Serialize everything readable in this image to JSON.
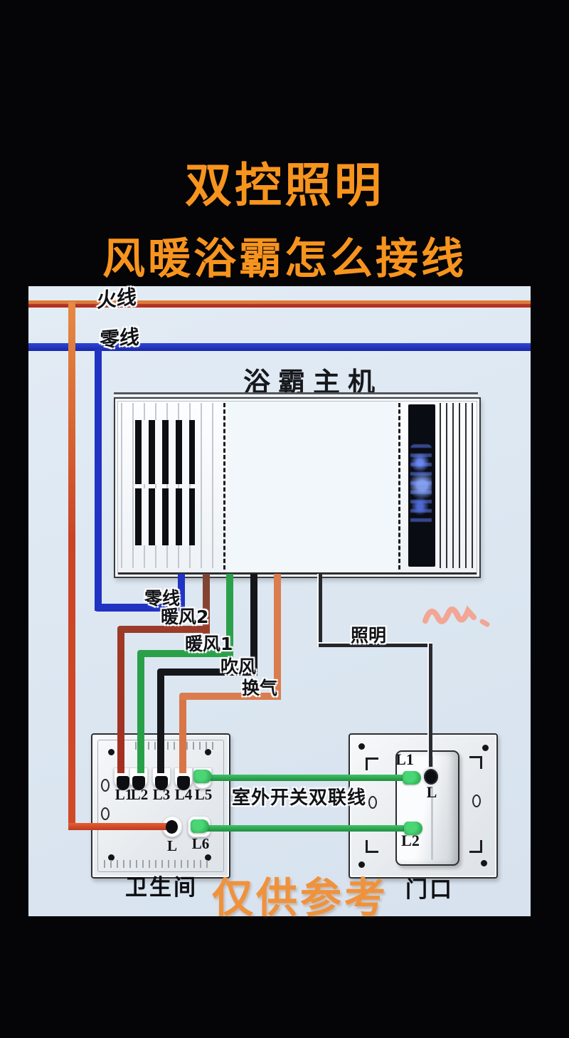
{
  "title": {
    "line1": "双控照明",
    "line2": "风暖浴霸怎么接线"
  },
  "buses": {
    "live_label": "火线",
    "neutral_label": "零线"
  },
  "unit": {
    "label": "浴霸主机"
  },
  "branch_labels": {
    "neutral": "零线",
    "warm2": "暖风2",
    "warm1": "暖风1",
    "blow": "吹风",
    "vent": "换气",
    "light": "照明"
  },
  "link_label": "室外开关双联线",
  "left_switch": {
    "top_terminals": [
      "L1",
      "L2",
      "L3",
      "L4",
      "L5"
    ],
    "bottom_terminals": [
      "L",
      "L6"
    ],
    "caption": "卫生间"
  },
  "right_switch": {
    "top_label": "L1",
    "mid_label": "L",
    "bottom_label": "L2",
    "caption": "门口"
  },
  "watermark": "仅供参考",
  "colors": {
    "title_orange": "#F7941E",
    "watermark_orange": "#f0923c",
    "live_red": "#b23022",
    "live_feed_orange": "#d14a28",
    "neutral_blue": "#2133c2",
    "warm2_brown": "#9a3c28",
    "warm1_green": "#2ba04a",
    "blow_black": "#15161a",
    "vent_orange": "#da7c4e",
    "light_wire_dark": "#26272c",
    "link_green": "#2fa84e",
    "diagram_bg": "#dce7f1",
    "display_glow_blue": "#6e8cfa"
  }
}
